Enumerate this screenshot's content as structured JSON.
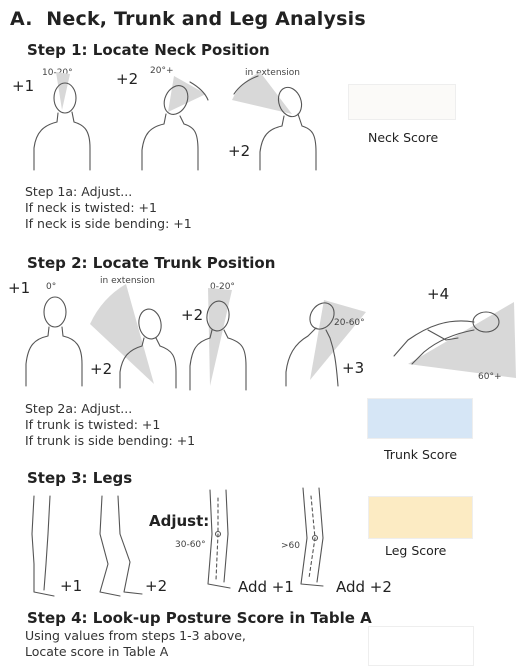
{
  "title": "A.  Neck, Trunk and Leg Analysis",
  "step1": {
    "heading": "Step 1: Locate Neck Position",
    "figures": [
      {
        "score": "+1",
        "angle": "10-20°"
      },
      {
        "score": "+2",
        "angle": "20°+"
      },
      {
        "score": "+2",
        "angle": "in extension"
      }
    ],
    "adjust": [
      "Step 1a: Adjust...",
      "If neck is twisted: +1",
      "If neck is side bending: +1"
    ],
    "score_label": "Neck Score"
  },
  "step2": {
    "heading": "Step 2: Locate Trunk Position",
    "figures": [
      {
        "score": "+1",
        "angle": "0°"
      },
      {
        "score": "+2",
        "angle": "in extension"
      },
      {
        "score": "+2",
        "angle": "0-20°"
      },
      {
        "score": "+3",
        "angle": "20-60°"
      },
      {
        "score": "+4",
        "angle": "60°+"
      }
    ],
    "adjust": [
      "Step 2a: Adjust...",
      "If trunk is twisted: +1",
      "If trunk is side bending: +1"
    ],
    "score_label": "Trunk Score"
  },
  "step3": {
    "heading": "Step 3: Legs",
    "figures": [
      {
        "score": "+1"
      },
      {
        "score": "+2"
      },
      {
        "score": "Add +1",
        "angle": "30-60°"
      },
      {
        "score": "Add +2",
        "angle": ">60"
      }
    ],
    "adjust_label": "Adjust:",
    "score_label": "Leg Score"
  },
  "step4": {
    "heading": "Step 4: Look-up Posture Score in Table A",
    "lines": [
      "Using values from steps 1-3 above,",
      "Locate score in Table A"
    ]
  },
  "colors": {
    "neck_box": "#fbfaf8",
    "trunk_box": "#d6e6f6",
    "leg_box": "#fcebc3",
    "wedge": "#d8d8d8"
  }
}
